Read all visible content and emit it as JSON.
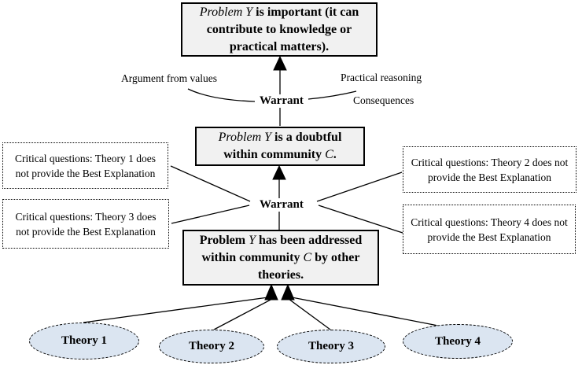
{
  "diagram": {
    "nodes": {
      "top_claim": {
        "italic": "Problem Y",
        "rest": " is important (it can contribute to knowledge or practical matters)."
      },
      "middle_claim": {
        "italic": "Problem Y",
        "mid": " is a doubtful within community ",
        "italic2": "C",
        "end": "."
      },
      "bottom_claim": {
        "pre": "Problem ",
        "italic": "Y",
        "mid": " has been addressed within community ",
        "italic2": "C",
        "end": " by other theories."
      }
    },
    "labels": {
      "argument_from_values": "Argument from values",
      "practical_reasoning": "Practical reasoning",
      "consequences": "Consequences",
      "warrant_top": "Warrant",
      "warrant_mid": "Warrant"
    },
    "critical_questions": [
      {
        "text": "Critical questions: Theory 1 does not provide the Best Explanation"
      },
      {
        "text": "Critical questions: Theory 2 does not provide the Best Explanation"
      },
      {
        "text": "Critical questions: Theory 3 does not provide the Best Explanation"
      },
      {
        "text": "Critical questions: Theory 4 does not provide the Best Explanation"
      }
    ],
    "theories": [
      {
        "label": "Theory 1"
      },
      {
        "label": "Theory 2"
      },
      {
        "label": "Theory 3"
      },
      {
        "label": "Theory 4"
      }
    ],
    "colors": {
      "node_fill": "#f1f1f1",
      "node_border": "#000000",
      "theory_fill": "#dbe5f1",
      "connector": "#000000"
    }
  }
}
